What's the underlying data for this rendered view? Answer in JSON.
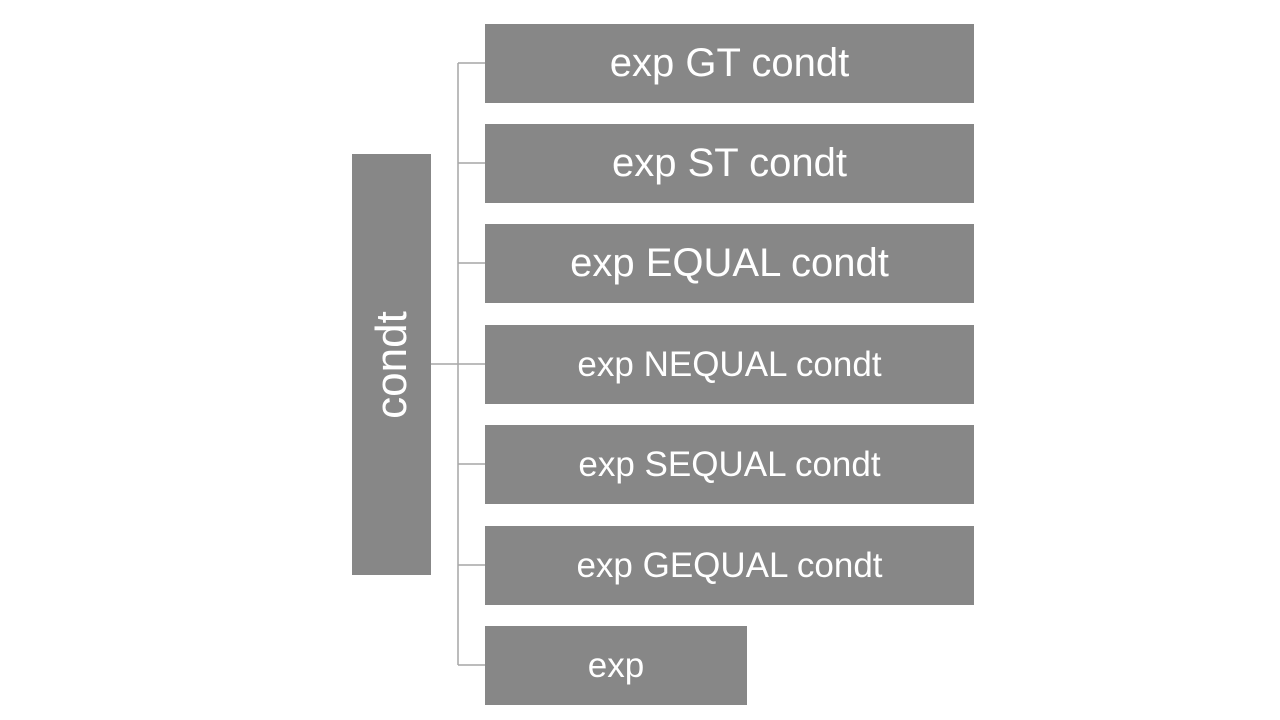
{
  "diagram": {
    "root": {
      "label": "condt"
    },
    "children": [
      {
        "label": "exp GT condt"
      },
      {
        "label": "exp ST condt"
      },
      {
        "label": "exp EQUAL condt"
      },
      {
        "label": "exp NEQUAL condt"
      },
      {
        "label": "exp SEQUAL condt"
      },
      {
        "label": "exp GEQUAL condt"
      },
      {
        "label": "exp"
      }
    ],
    "colors": {
      "box_fill": "#878787",
      "text": "#ffffff",
      "connector": "#a6a6a6"
    }
  }
}
